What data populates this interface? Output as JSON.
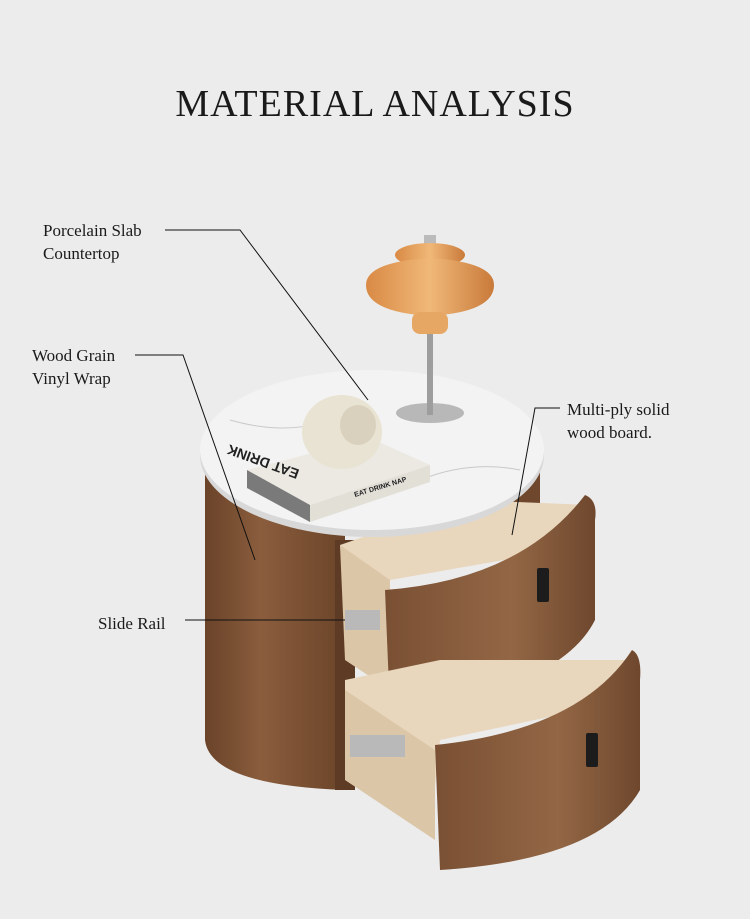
{
  "title": "MATERIAL ANALYSIS",
  "callouts": {
    "countertop": {
      "line1": "Porcelain Slab",
      "line2": "Countertop"
    },
    "vinyl": {
      "line1": "Wood Grain",
      "line2": "Vinyl Wrap"
    },
    "board": {
      "line1": "Multi-ply solid",
      "line2": "wood board."
    },
    "rail": {
      "line1": "Slide Rail"
    }
  },
  "book": {
    "cover": "EAT DRINK",
    "spine": "EAT DRINK NAP"
  },
  "colors": {
    "background": "#ececec",
    "wood": "#7a5236",
    "marble": "#f1f1f1",
    "drawer_inner": "#e8d6bd",
    "lamp": "#e0a060"
  }
}
